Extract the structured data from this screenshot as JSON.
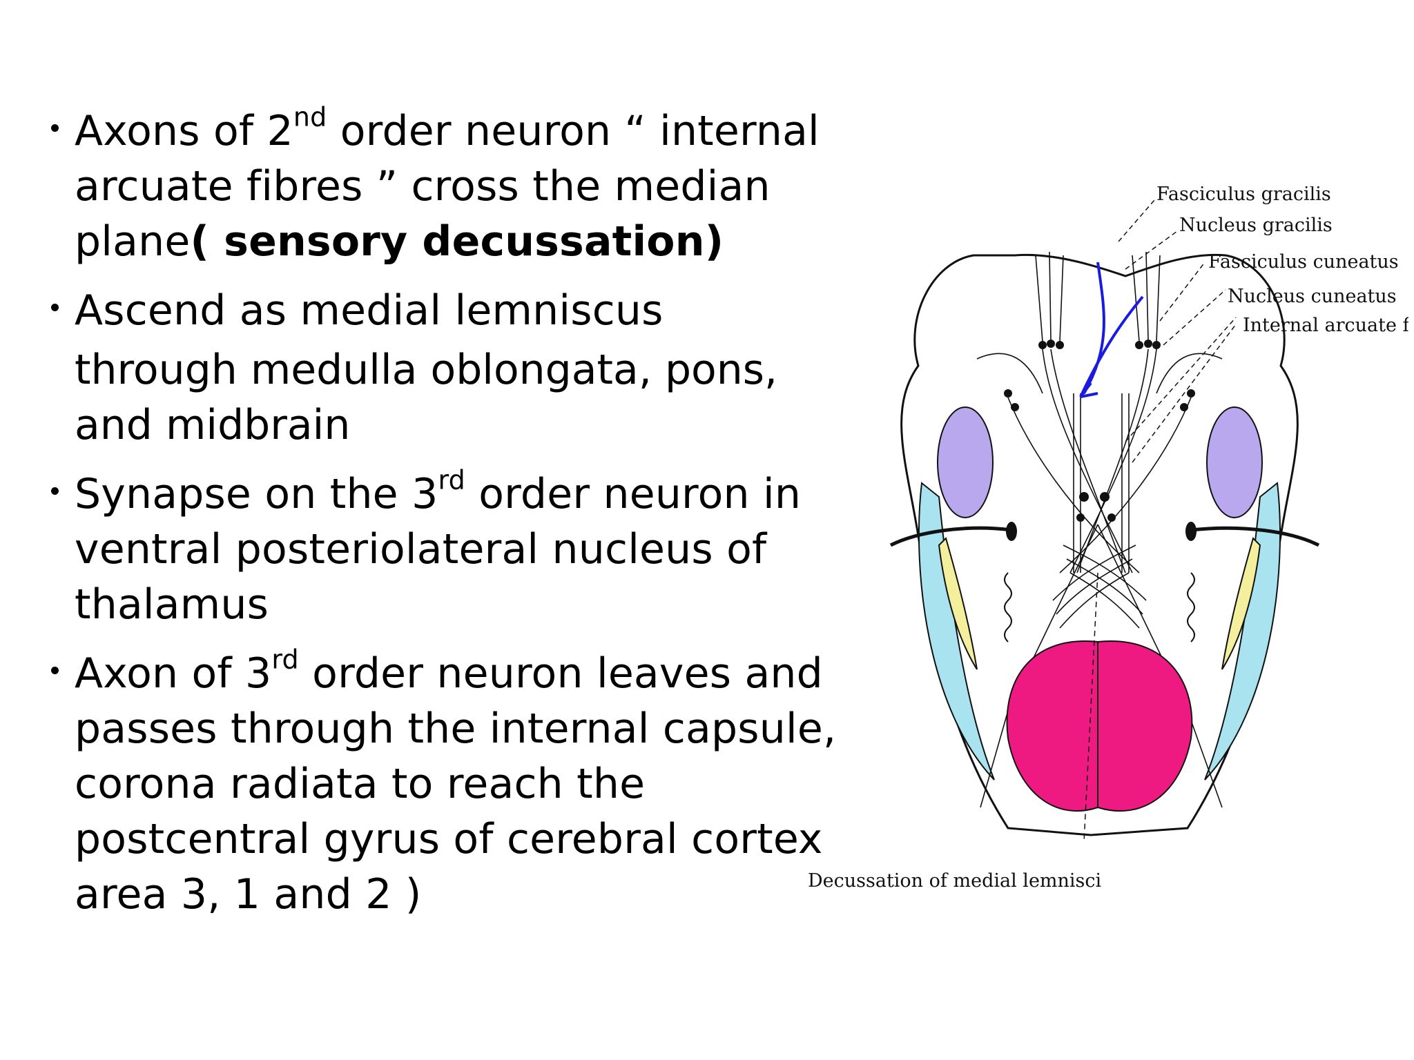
{
  "bullets": [
    {
      "p1": "Axons of  2",
      "sup1": "nd",
      "p2": " order neuron “ internal arcuate fibres ” cross the median plane",
      "bold": "( sensory decussation)"
    },
    {
      "line1": "Ascend as medial lemniscus",
      "line2": "through medulla oblongata, pons, and midbrain"
    },
    {
      "p1": "Synapse on the 3",
      "sup1": "rd",
      "p2": " order neuron in ventral posteriolateral nucleus of thalamus"
    },
    {
      "p1": "Axon of 3",
      "sup1": "rd",
      "p2": " order neuron leaves and passes through the internal capsule, corona radiata to reach the postcentral gyrus of cerebral cortex area 3, 1 and 2 )"
    }
  ],
  "diagram": {
    "labels": {
      "fasciculus_gracilis": "Fasciculus gracilis",
      "nucleus_gracilis": "Nucleus gracilis",
      "fasciculus_cuneatus": "Fasciculus cuneatus",
      "nucleus_cuneatus": "Nucleus cuneatus",
      "internal_arcuate": "Internal arcuate fibers",
      "decussation": "Decussation of medial lemnisci"
    },
    "colors": {
      "pyramid": "#ee1a82",
      "olive_region": "#b9a8ee",
      "outer_band": "#a9e3f0",
      "yellow_band": "#f3ef9c",
      "arrow": "#1a1ae0"
    }
  }
}
